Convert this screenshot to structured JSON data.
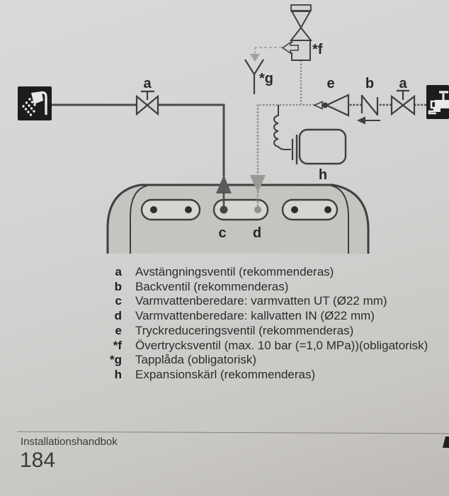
{
  "diagram": {
    "labels": {
      "valve_left": "a",
      "reducer": "e",
      "check": "b",
      "valve_right": "a",
      "safety": "*f",
      "tundish": "*g",
      "hot_out": "c",
      "cold_in": "d",
      "vessel": "h"
    },
    "icons": [
      "shower-icon",
      "tap-icon"
    ],
    "colors": {
      "line_dark": "#3f3f3f",
      "pipe_hot": "#4b4b4b",
      "pipe_gray": "#8e8c89",
      "icon_square": "#1c1c1c",
      "tank_fill": "#cdcbc8",
      "triangle_hot": "#5a5a5a",
      "triangle_cold": "#9a9895"
    }
  },
  "legend": {
    "items": [
      {
        "key": "a",
        "text": "Avstängningsventil (rekommenderas)"
      },
      {
        "key": "b",
        "text": "Backventil (rekommenderas)"
      },
      {
        "key": "c",
        "text": "Varmvattenberedare: varmvatten UT (Ø22 mm)"
      },
      {
        "key": "d",
        "text": "Varmvattenberedare: kallvatten IN (Ø22 mm)"
      },
      {
        "key": "e",
        "text": "Tryckreduceringsventil (rekommenderas)"
      },
      {
        "key": "*f",
        "text": "Övertrycksventil (max. 10 bar (=1,0 MPa))(obligatorisk)"
      },
      {
        "key": "*g",
        "text": "Tapplåda (obligatorisk)"
      },
      {
        "key": "h",
        "text": "Expansionskärl (rekommenderas)"
      }
    ]
  },
  "footer": {
    "doc_title": "Installationshandbok",
    "page_number": "184"
  }
}
